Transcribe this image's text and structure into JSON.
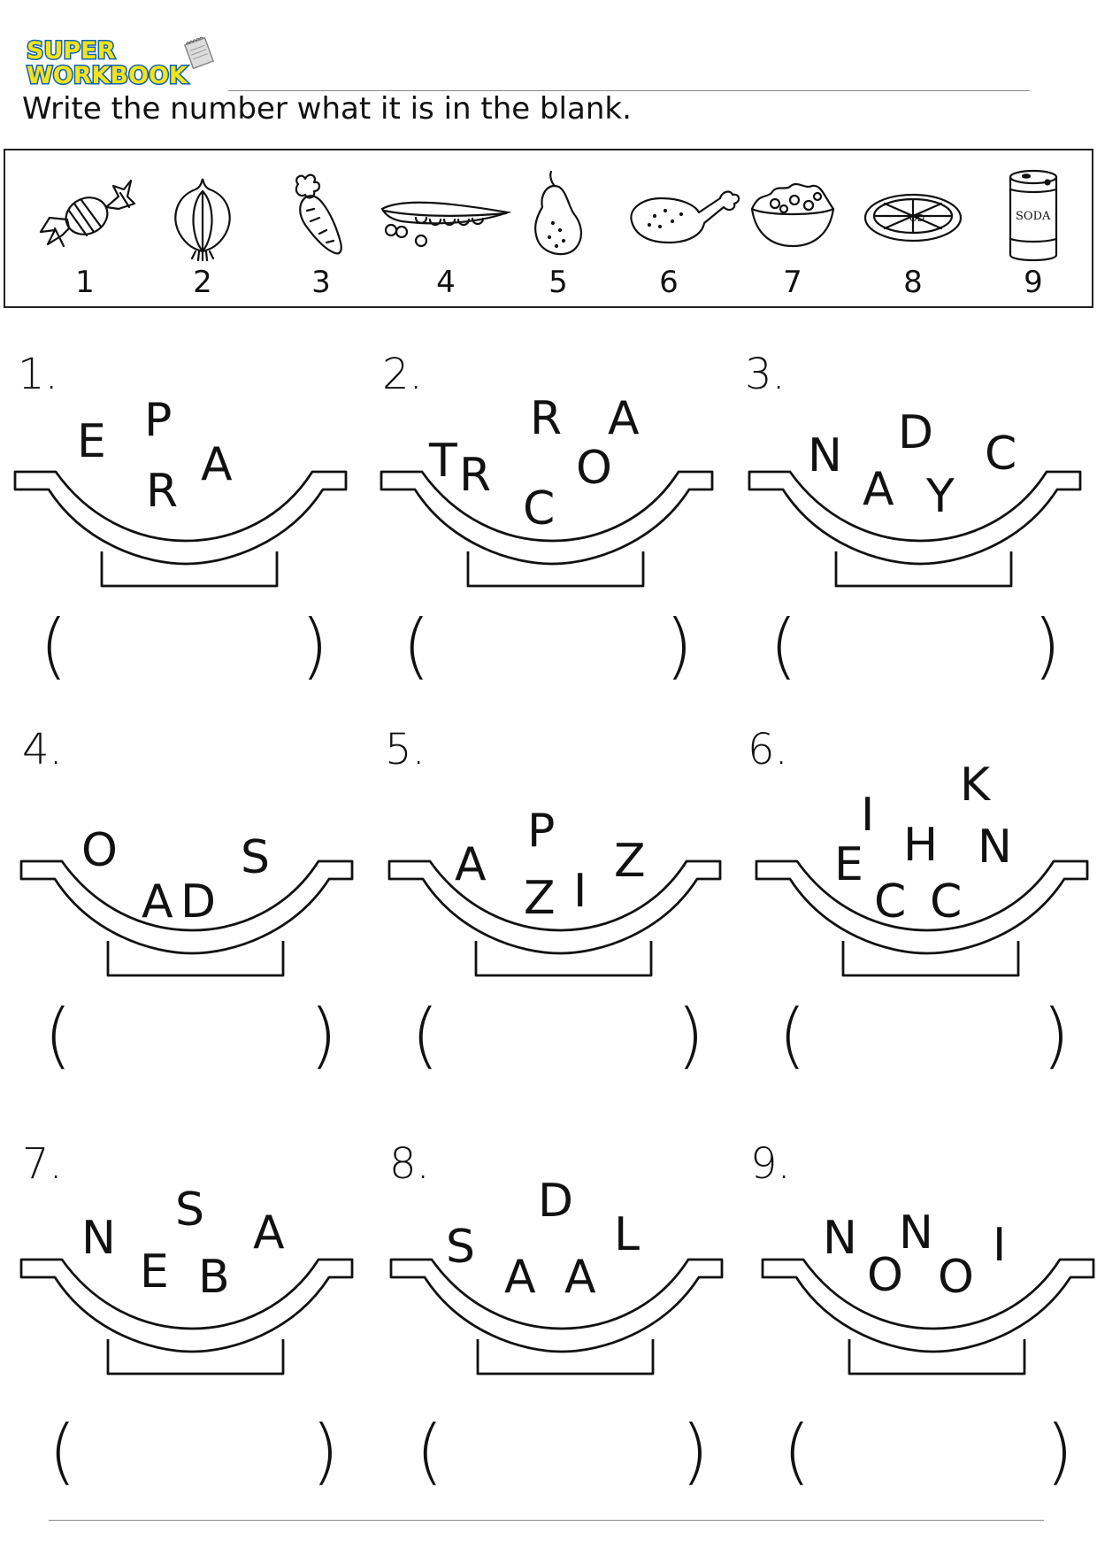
{
  "header": {
    "logo_line1": "SUPER",
    "logo_line2": "WORKBOOK",
    "instruction": "Write the number what it is in the blank."
  },
  "colors": {
    "logo_fill": "#f6e21a",
    "logo_outline": "#0c63b4"
  },
  "key": [
    {
      "number": "1",
      "icon": "candy-icon",
      "label": ""
    },
    {
      "number": "2",
      "icon": "onion-icon",
      "label": ""
    },
    {
      "number": "3",
      "icon": "carrot-icon",
      "label": ""
    },
    {
      "number": "4",
      "icon": "peas-icon",
      "label": ""
    },
    {
      "number": "5",
      "icon": "pear-icon",
      "label": ""
    },
    {
      "number": "6",
      "icon": "chicken-leg-icon",
      "label": ""
    },
    {
      "number": "7",
      "icon": "salad-icon",
      "label": ""
    },
    {
      "number": "8",
      "icon": "pizza-icon",
      "label": "OD"
    },
    {
      "number": "9",
      "icon": "soda-can-icon",
      "label": "SODA"
    }
  ],
  "questions": [
    {
      "number": "1.",
      "letters": [
        "E",
        "P",
        "R",
        "A"
      ]
    },
    {
      "number": "2.",
      "letters": [
        "T",
        "R",
        "C",
        "R",
        "O",
        "A"
      ]
    },
    {
      "number": "3.",
      "letters": [
        "N",
        "A",
        "D",
        "Y",
        "C"
      ]
    },
    {
      "number": "4.",
      "letters": [
        "O",
        "A",
        "D",
        "S"
      ]
    },
    {
      "number": "5.",
      "letters": [
        "A",
        "P",
        "Z",
        "I",
        "Z"
      ]
    },
    {
      "number": "6.",
      "letters": [
        "E",
        "I",
        "C",
        "H",
        "C",
        "K",
        "N"
      ]
    },
    {
      "number": "7.",
      "letters": [
        "N",
        "E",
        "S",
        "B",
        "A"
      ]
    },
    {
      "number": "8.",
      "letters": [
        "S",
        "A",
        "D",
        "A",
        "L"
      ]
    },
    {
      "number": "9.",
      "letters": [
        "N",
        "O",
        "N",
        "O",
        "I"
      ]
    }
  ],
  "answer_blank": {
    "open": "(",
    "close": ")"
  }
}
